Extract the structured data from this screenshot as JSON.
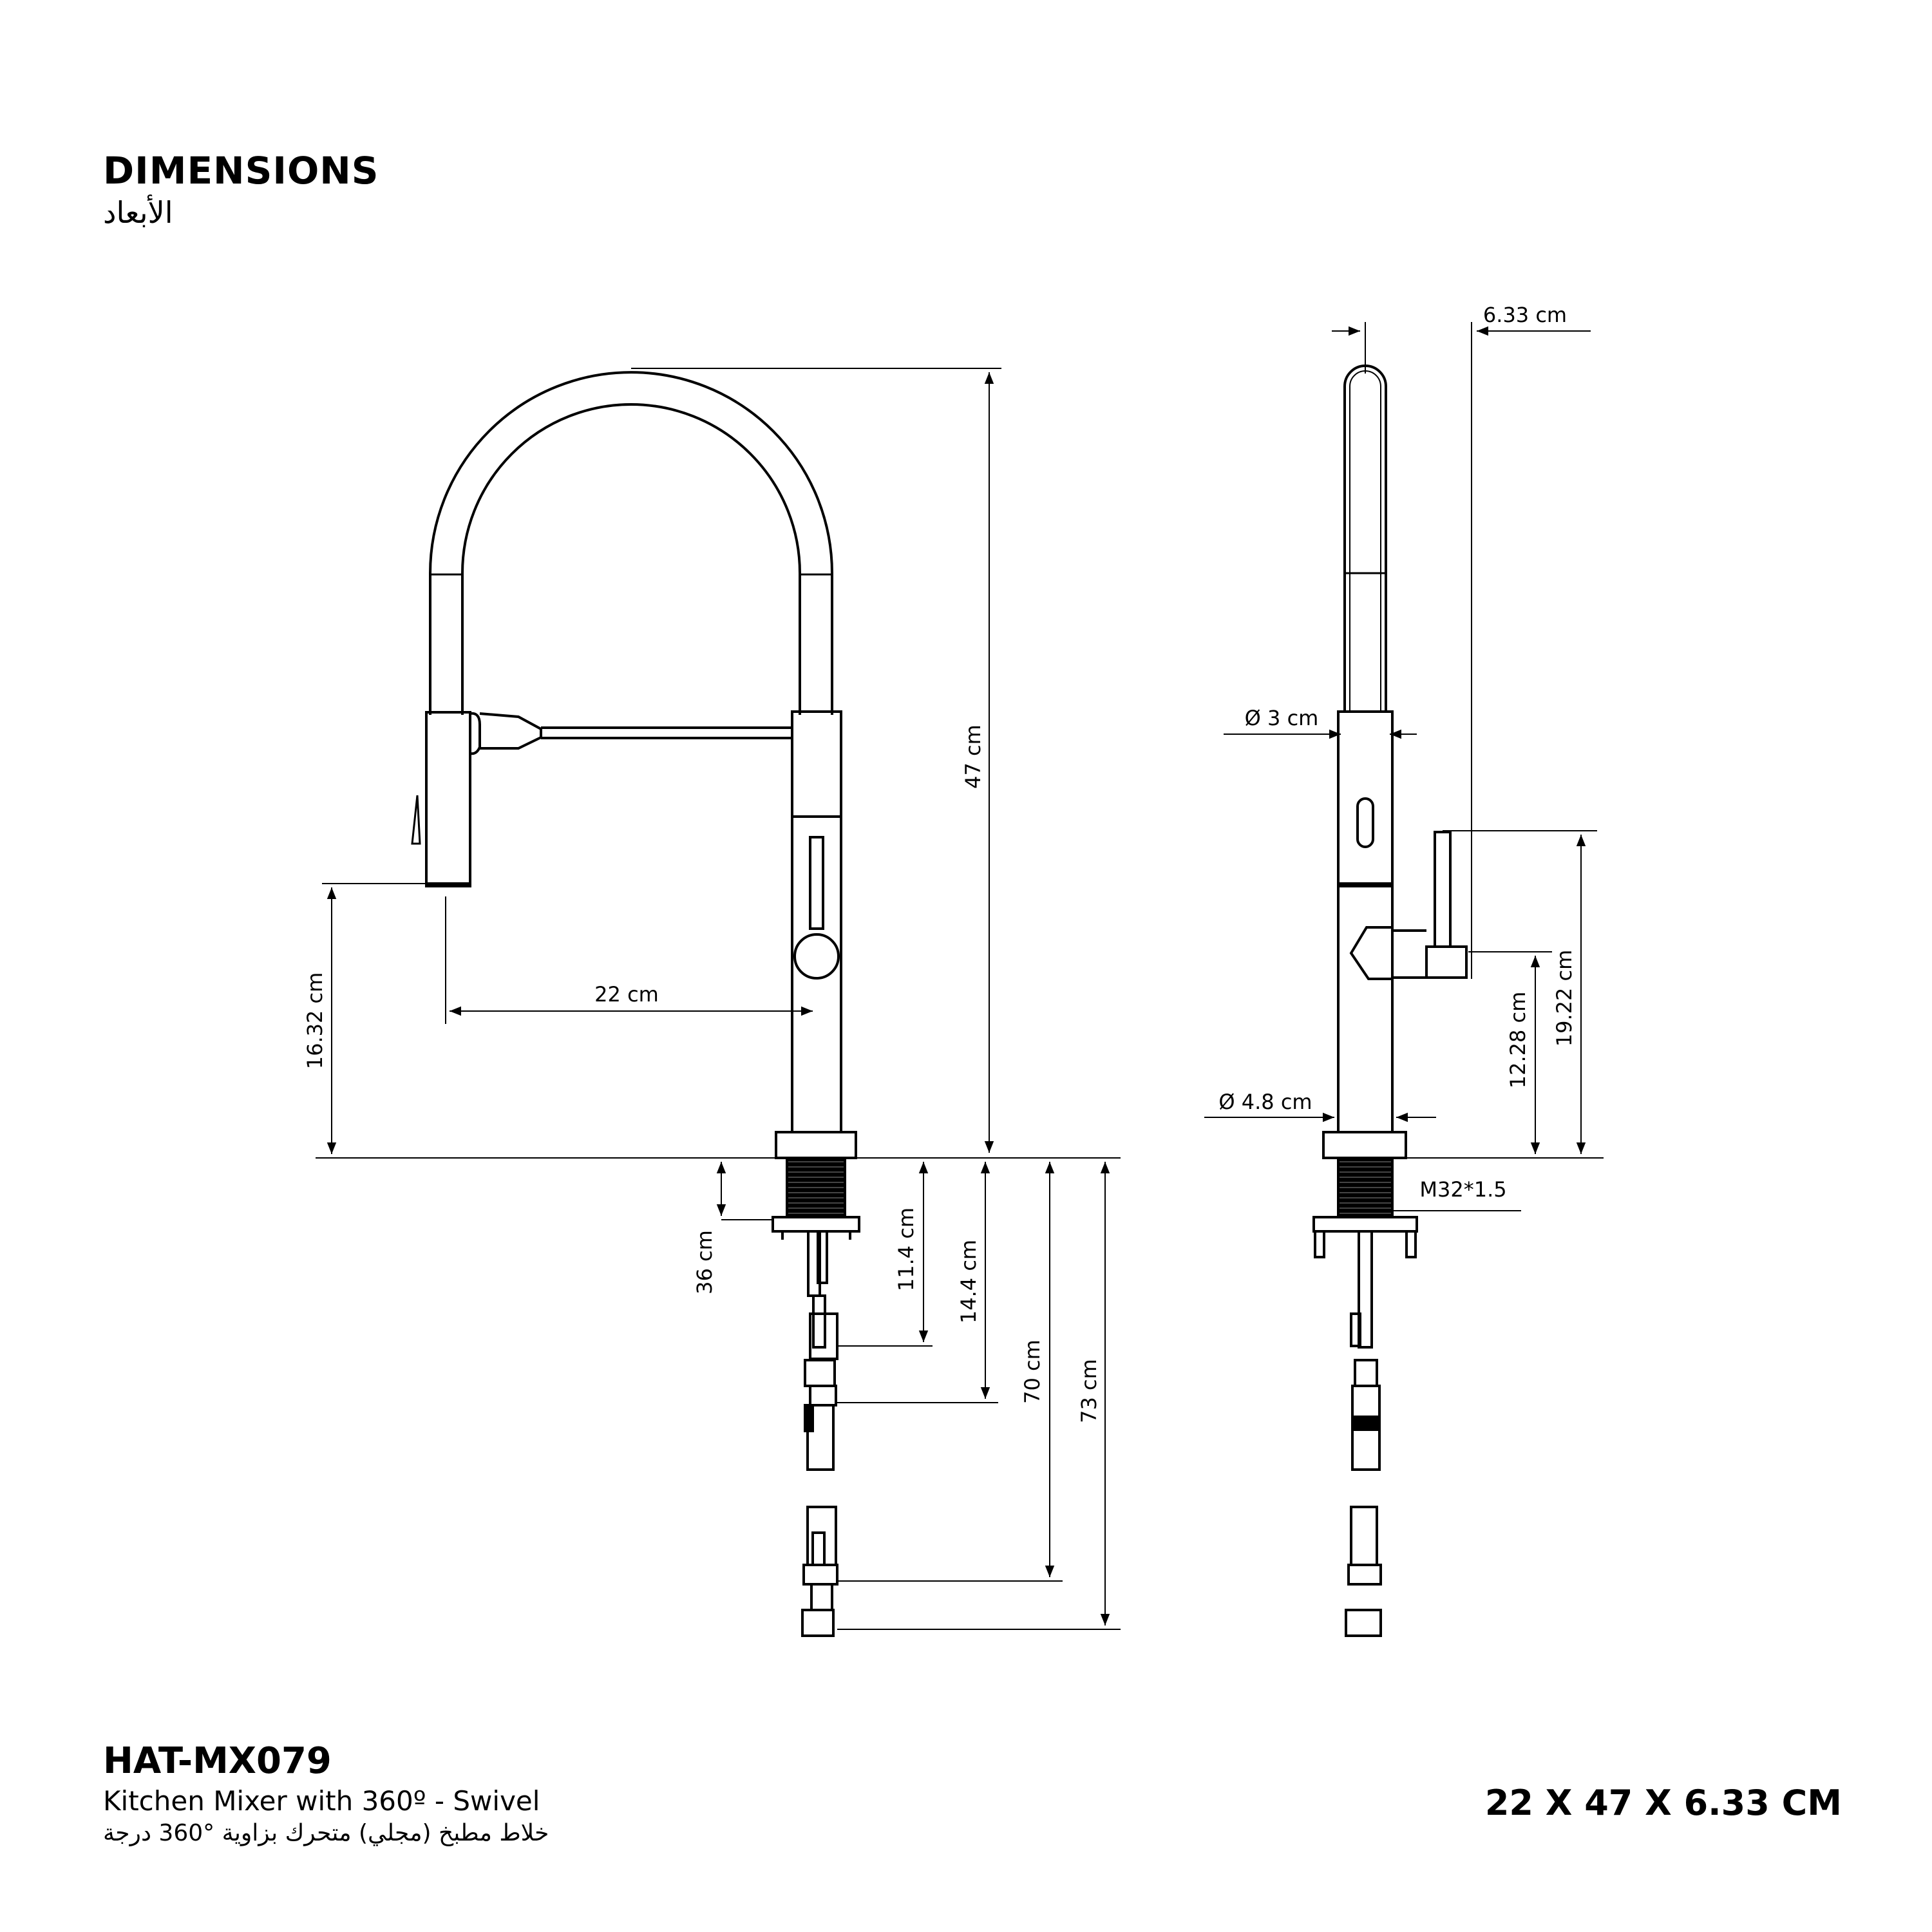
{
  "heading": {
    "title_en": "DIMENSIONS",
    "title_ar": "الأبعاد"
  },
  "product": {
    "model": "HAT-MX079",
    "name_en": "Kitchen Mixer with 360º - Swivel",
    "name_ar": "خلاط مطبخ (مجلي) متحرك بزاوية °360 درجة",
    "overall_size": "22 X 47 X 6.33 CM"
  },
  "dimensions": {
    "total_height": "47 cm",
    "spout_reach": "22 cm",
    "spout_height": "16.32 cm",
    "below_36": "36 cm",
    "below_11_4": "11.4 cm",
    "below_14_4": "14.4 cm",
    "hose_70": "70 cm",
    "hose_73": "73 cm",
    "top_depth": "6.33 cm",
    "spout_diameter": "Ø 3 cm",
    "body_diameter": "Ø 4.8 cm",
    "handle_height": "12.28 cm",
    "lever_top_height": "19.22 cm",
    "thread": "M32*1.5"
  }
}
